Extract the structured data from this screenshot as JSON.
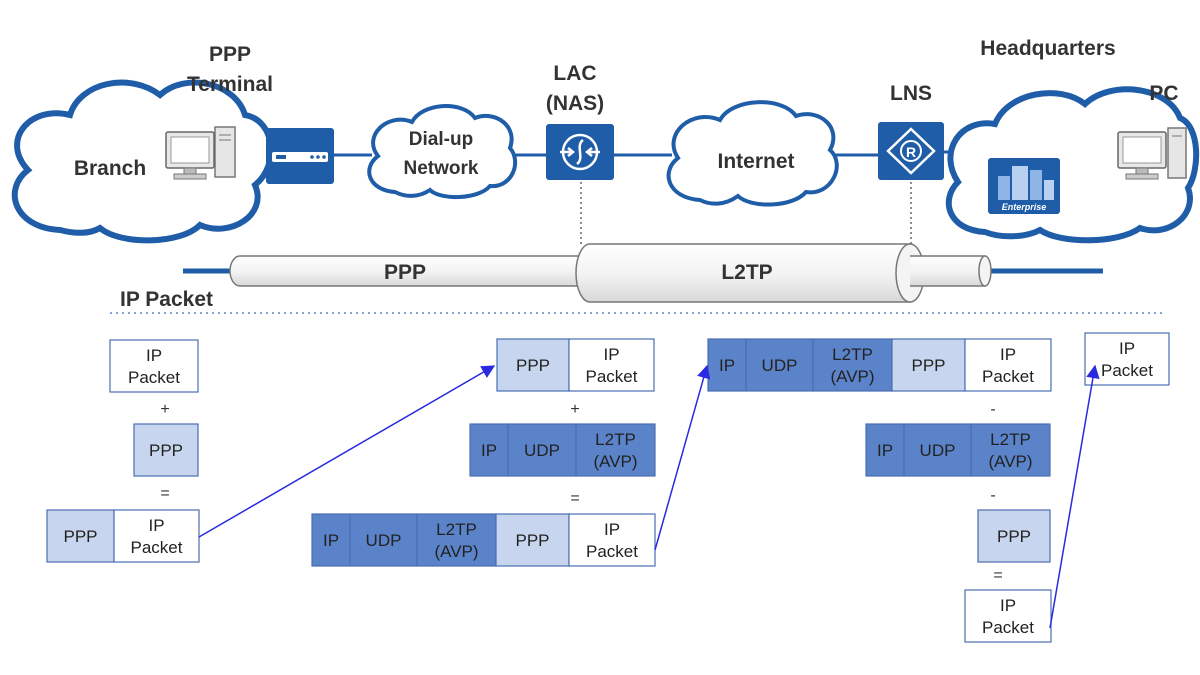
{
  "nodes": {
    "ppp_terminal": {
      "line1": "PPP",
      "line2": "Terminal"
    },
    "branch": "Branch",
    "dialup": {
      "line1": "Dial-up",
      "line2": "Network"
    },
    "lac": {
      "line1": "LAC",
      "line2": "(NAS)"
    },
    "internet": "Internet",
    "lns": "LNS",
    "headquarters": "Headquarters",
    "pc": "PC",
    "enterprise": "Enterprise"
  },
  "tunnel": {
    "ppp": "PPP",
    "l2tp": "L2TP"
  },
  "section_label": "IP Packet",
  "cells": {
    "ip_packet": {
      "line1": "IP",
      "line2": "Packet"
    },
    "ppp": "PPP",
    "ip": "IP",
    "udp": "UDP",
    "l2tp": {
      "line1": "L2TP",
      "line2": "(AVP)"
    }
  },
  "operators": {
    "plus": "+",
    "equals": "=",
    "minus": "-"
  },
  "colors": {
    "cloud_stroke": "#1f5da8",
    "device_fill": "#1f5da8",
    "light_cell": "#c7d6ee",
    "dark_cell": "#5b83c9",
    "white_cell": "#ffffff",
    "cell_border": "#4a6fb0",
    "arrow": "#2a2ae0"
  }
}
